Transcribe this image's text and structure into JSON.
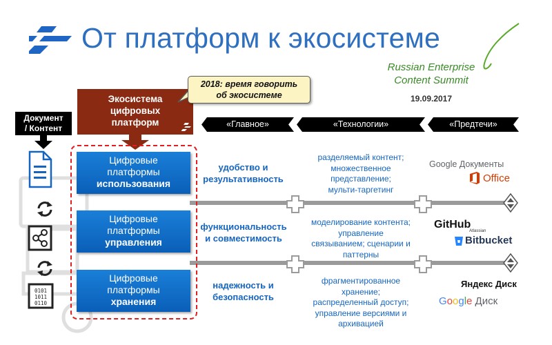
{
  "title": "От платформ к экосистеме",
  "summit": {
    "line1": "Russian Enterprise",
    "line2": "Content Summit",
    "date": "19.09.2017"
  },
  "callout": {
    "line1": "2018: время говорить",
    "line2": "об экосистеме"
  },
  "ecosystem": {
    "line1": "Экосистема",
    "line2": "цифровых",
    "line3": "платформ"
  },
  "headers": {
    "main": "«Главное»",
    "tech": "«Технологии»",
    "pred": "«Предтечи»"
  },
  "doc_label": {
    "line1": "Документ",
    "line2": "/ Контент"
  },
  "platforms": [
    {
      "line1": "Цифровые",
      "line2": "платформы",
      "line3": "использования"
    },
    {
      "line1": "Цифровые",
      "line2": "платформы",
      "line3": "управления"
    },
    {
      "line1": "Цифровые",
      "line2": "платформы",
      "line3": "хранения"
    }
  ],
  "main": [
    {
      "line1": "удобство и",
      "line2": "результативность"
    },
    {
      "line1": "функциональность",
      "line2": "и совместимость"
    },
    {
      "line1": "надежность и",
      "line2": "безопасность"
    }
  ],
  "tech": [
    {
      "lines": [
        "разделяемый контент;",
        "множественное",
        "представление;",
        "мульти-таргетинг"
      ]
    },
    {
      "lines": [
        "моделирование контента;",
        "управление",
        "связыванием; сценарии и",
        "паттерны"
      ]
    },
    {
      "lines": [
        "фрагментированное",
        "хранение;",
        "распределенный доступ;",
        "управление версиями и",
        "архивацией"
      ]
    }
  ],
  "predecessors": {
    "google_docs": "Google Документы",
    "office": "Office",
    "github": "GitHub",
    "atlassian": "Atlassian",
    "bitbucket": "Bitbucket",
    "yandex": "Яндекс Диск",
    "google_disk_g": [
      "G",
      "o",
      "o",
      "g",
      "l",
      "e"
    ],
    "google_disk_rest": " Диск"
  },
  "colors": {
    "title": "#2e6fc0",
    "ecosystem": "#8b2a12",
    "platform": "#0a5fb8",
    "accent_text": "#1565c0",
    "dashed": "#e02020",
    "callout_bg": "#fdf4c4",
    "summit": "#3a8a28"
  },
  "icons": [
    "logo-icon",
    "document-icon",
    "sync-icon",
    "network-icon",
    "binary-icon",
    "plus-icon",
    "office-icon",
    "bitbucket-icon"
  ]
}
